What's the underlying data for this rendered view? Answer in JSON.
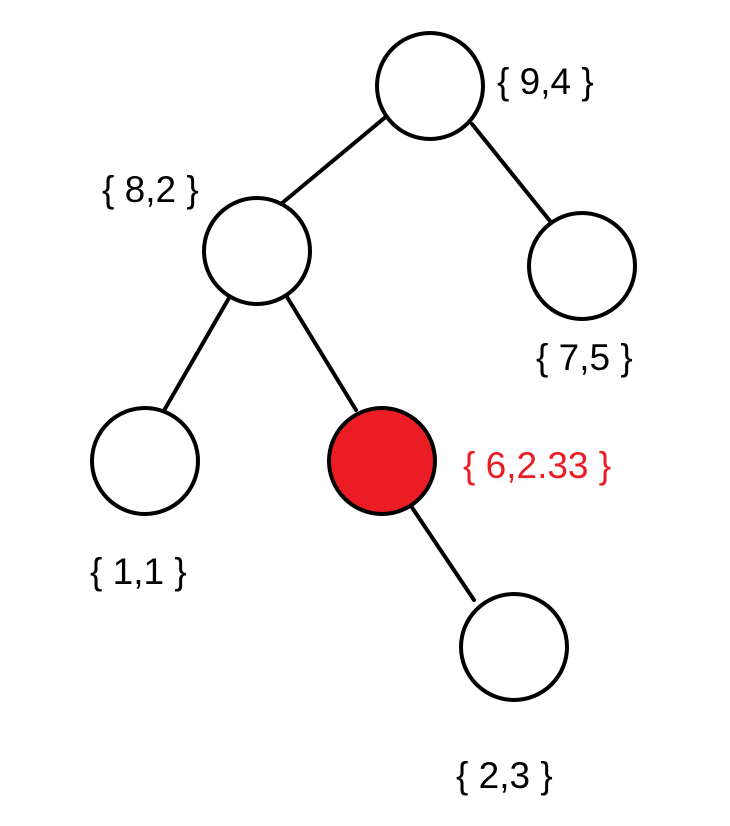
{
  "diagram": {
    "colors": {
      "edge": "#000000",
      "node_fill": "#ffffff",
      "node_stroke": "#000000",
      "highlight_fill": "#ec1c24",
      "label": "#000000",
      "highlight_label": "#ec1c24"
    },
    "nodes": [
      {
        "id": "root",
        "label": "{ 9,4 }",
        "highlighted": false
      },
      {
        "id": "left",
        "label": "{ 8,2 }",
        "highlighted": false
      },
      {
        "id": "right",
        "label": "{ 7,5 }",
        "highlighted": false
      },
      {
        "id": "left-left",
        "label": "{ 1,1 }",
        "highlighted": false
      },
      {
        "id": "left-right",
        "label": "{ 6,2.33 }",
        "highlighted": true
      },
      {
        "id": "leaf",
        "label": "{ 2,3 }",
        "highlighted": false
      }
    ],
    "edges": [
      {
        "from": "root",
        "to": "left"
      },
      {
        "from": "root",
        "to": "right"
      },
      {
        "from": "left",
        "to": "left-left"
      },
      {
        "from": "left",
        "to": "left-right"
      },
      {
        "from": "left-right",
        "to": "leaf"
      }
    ]
  }
}
